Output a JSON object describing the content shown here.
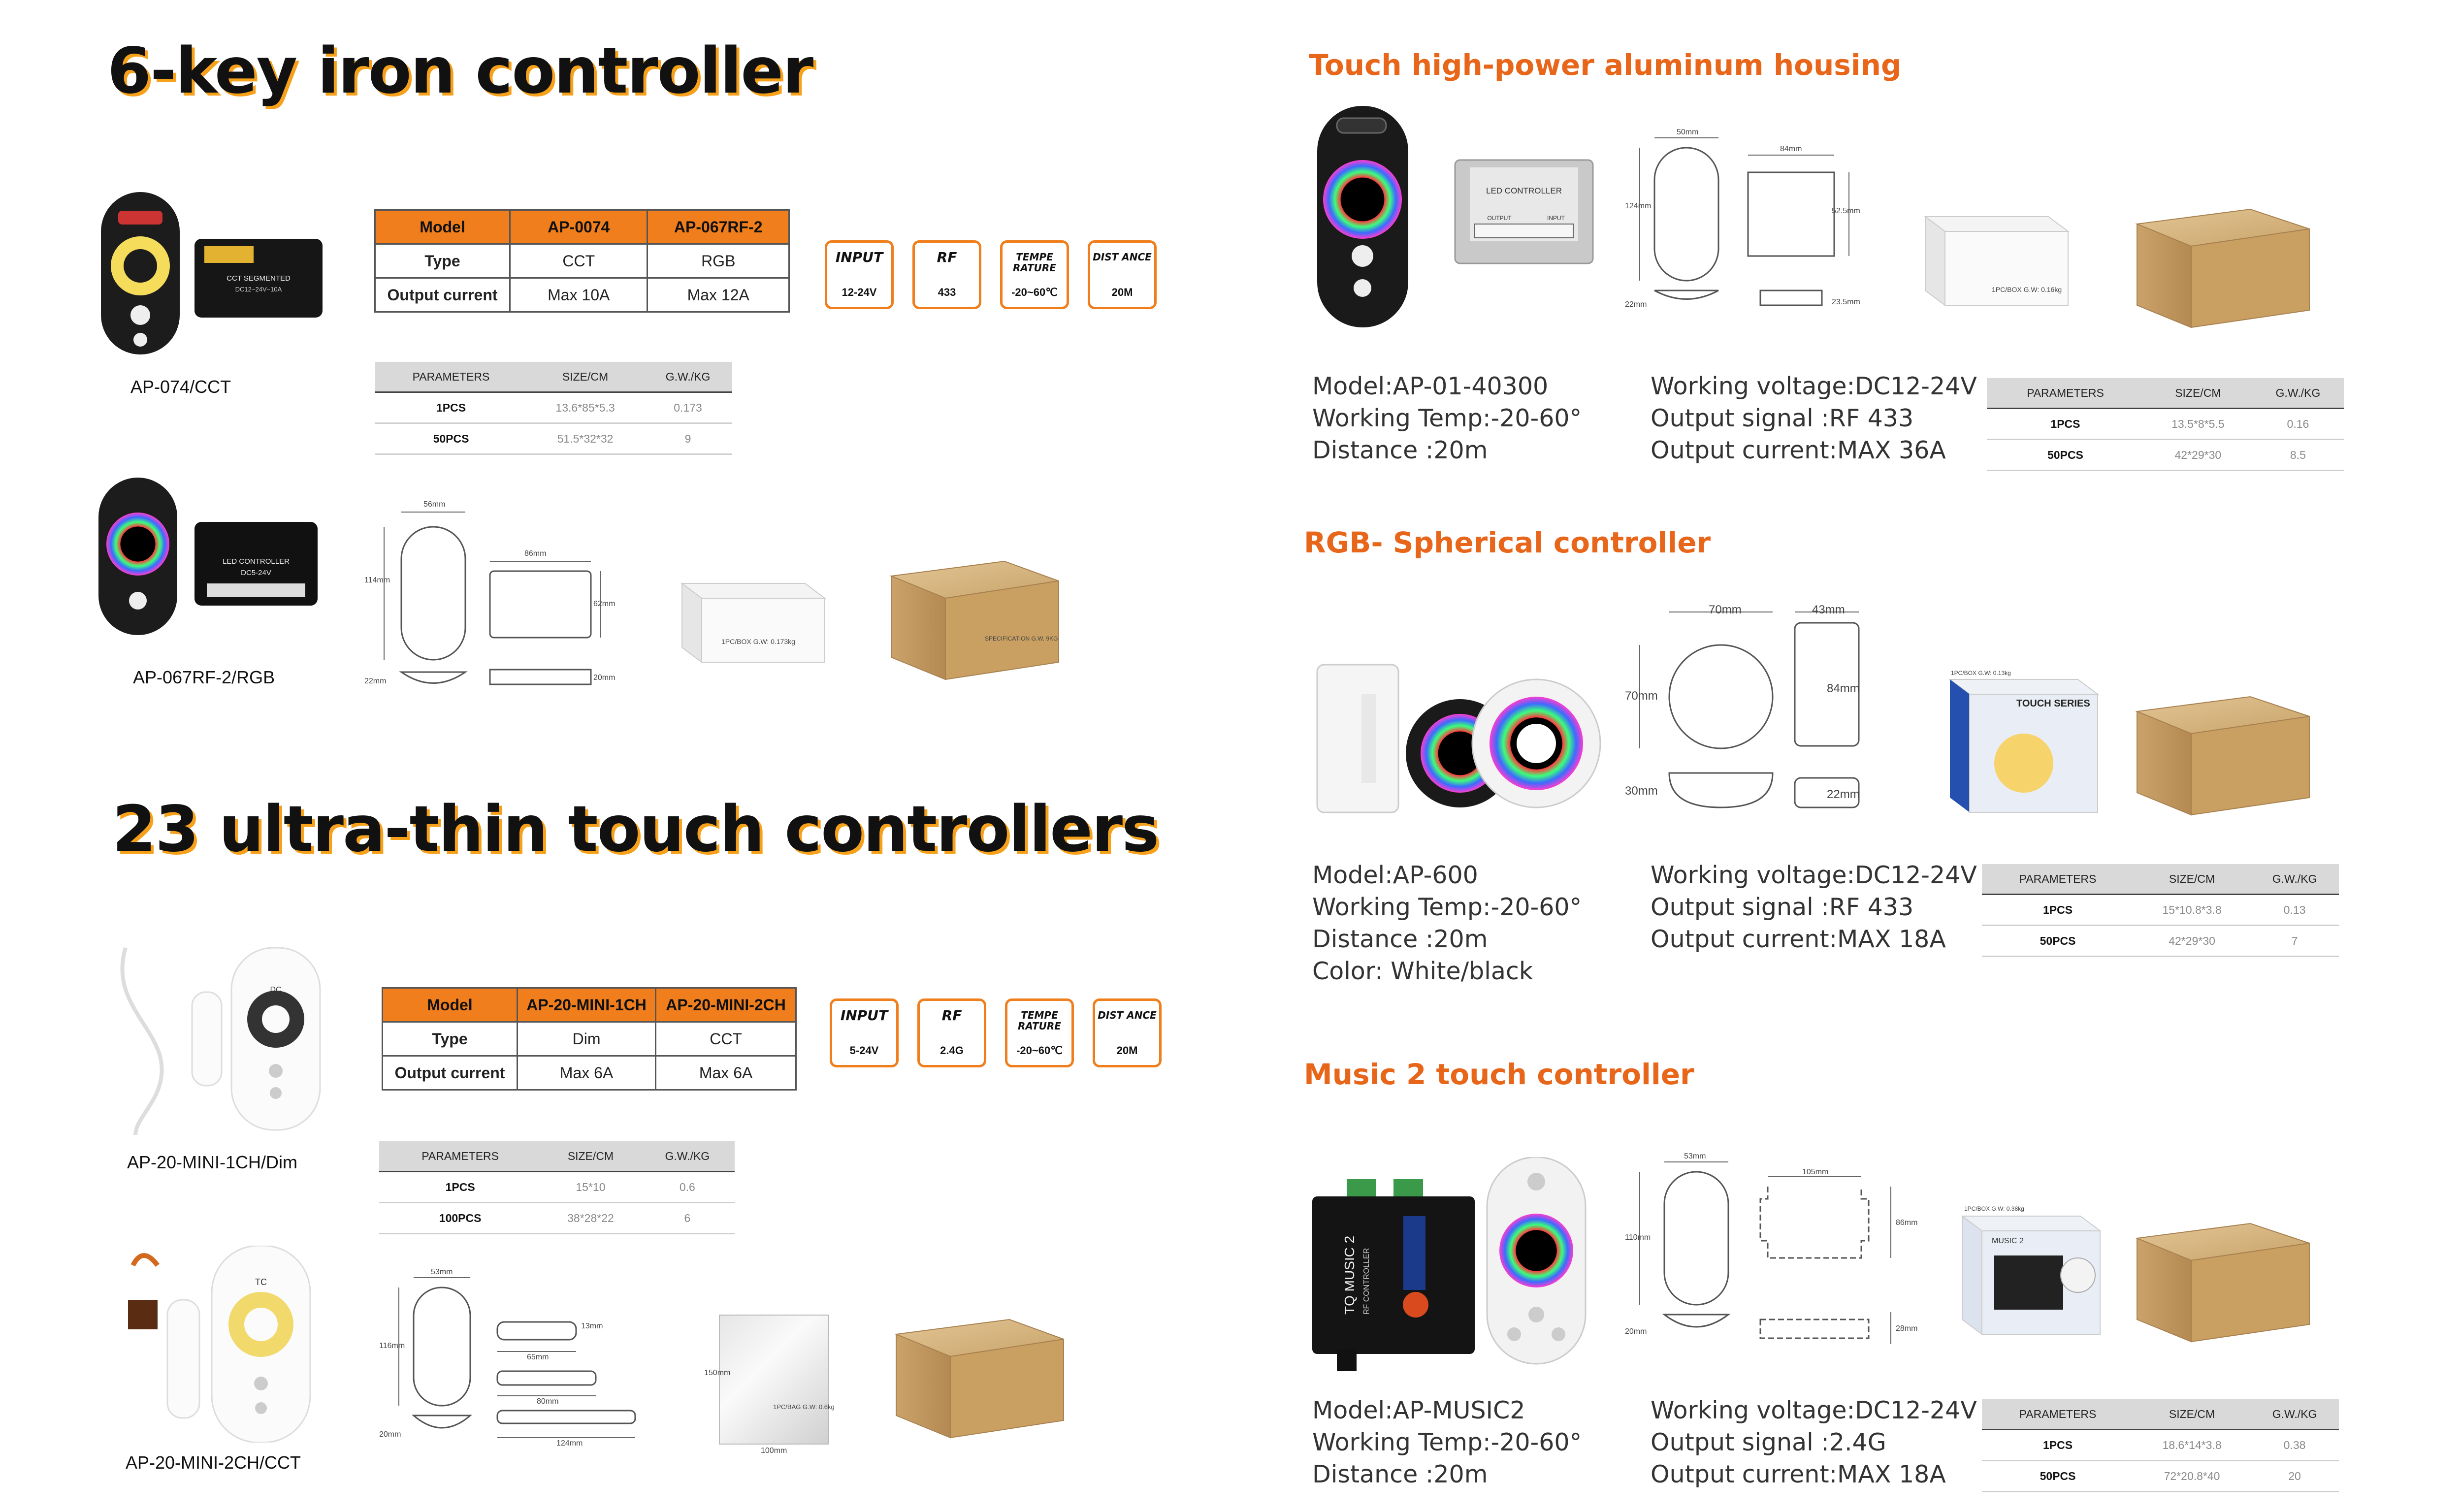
{
  "sec1": {
    "title": "6-key iron controller",
    "table": {
      "headers": [
        "Model",
        "AP-0074",
        "AP-067RF-2"
      ],
      "rows": [
        [
          "Type",
          "CCT",
          "RGB"
        ],
        [
          "Output current",
          "Max 10A",
          "Max 12A"
        ]
      ]
    },
    "badges": [
      {
        "label": "INPUT",
        "value": "12-24V"
      },
      {
        "label": "RF",
        "value": "433"
      },
      {
        "label": "TEMPE RATURE",
        "value": "-20~60℃"
      },
      {
        "label": "DIST ANCE",
        "value": "20M"
      }
    ],
    "params": {
      "headers": [
        "PARAMETERS",
        "SIZE/CM",
        "G.W./KG"
      ],
      "rows": [
        [
          "1PCS",
          "13.6*85*5.3",
          "0.173"
        ],
        [
          "50PCS",
          "51.5*32*32",
          "9"
        ]
      ]
    },
    "caption1": "AP-074/CCT",
    "caption2": "AP-067RF-2/RGB",
    "device_text1": "CCT SEGMENTED",
    "device_text2": "DC12~24V~10A",
    "device_text3": "LED CONTROLLER",
    "device_text4": "DC5-24V",
    "dims": {
      "w": "56mm",
      "h": "114mm",
      "d": "22mm",
      "rw": "86mm",
      "rh": "62mm",
      "rd": "20mm"
    },
    "box_label": "1PC/BOX G.W: 0.173kg",
    "carton_label": "SPECIFICATION G.W. 9KG"
  },
  "sec2": {
    "title": "23 ultra-thin touch controllers",
    "table": {
      "headers": [
        "Model",
        "AP-20-MINI-1CH",
        "AP-20-MINI-2CH"
      ],
      "rows": [
        [
          "Type",
          "Dim",
          "CCT"
        ],
        [
          "Output current",
          "Max 6A",
          "Max 6A"
        ]
      ]
    },
    "badges": [
      {
        "label": "INPUT",
        "value": "5-24V"
      },
      {
        "label": "RF",
        "value": "2.4G"
      },
      {
        "label": "TEMPE RATURE",
        "value": "-20~60℃"
      },
      {
        "label": "DIST ANCE",
        "value": "20M"
      }
    ],
    "params": {
      "headers": [
        "PARAMETERS",
        "SIZE/CM",
        "G.W./KG"
      ],
      "rows": [
        [
          "1PCS",
          "15*10",
          "0.6"
        ],
        [
          "100PCS",
          "38*28*22",
          "6"
        ]
      ]
    },
    "caption1": "AP-20-MINI-1CH/Dim",
    "caption2": "AP-20-MINI-2CH/CCT",
    "remote1_label": "DC",
    "remote2_label": "TC",
    "dims": {
      "w": "53mm",
      "h": "116mm",
      "d": "20mm",
      "l1": "65mm",
      "l2": "80mm",
      "l3": "124mm",
      "t": "13mm",
      "bh": "150mm",
      "bw": "100mm"
    },
    "bag_label": "1PC/BAG G.W: 0.6kg"
  },
  "sec3": {
    "title": "Touch high-power aluminum housing",
    "specs_left": [
      "Model:AP-01-40300",
      "Working Temp:-20-60°",
      "Distance :20m"
    ],
    "specs_right": [
      "Working voltage:DC12-24V",
      "Output signal :RF 433",
      "Output current:MAX 36A"
    ],
    "params": {
      "headers": [
        "PARAMETERS",
        "SIZE/CM",
        "G.W./KG"
      ],
      "rows": [
        [
          "1PCS",
          "13.5*8*5.5",
          "0.16"
        ],
        [
          "50PCS",
          "42*29*30",
          "8.5"
        ]
      ]
    },
    "device_text1": "LED CONTROLLER",
    "device_text2": "OUTPUT",
    "device_text3": "INPUT",
    "dims": {
      "w": "50mm",
      "h": "124mm",
      "d": "22mm",
      "rw": "84mm",
      "rh": "52.5mm",
      "rd": "23.5mm"
    },
    "box_label": "1PC/BOX G.W: 0.16kg"
  },
  "sec4": {
    "title": "RGB- Spherical controller",
    "specs_left": [
      "Model:AP-600",
      "Working Temp:-20-60°",
      "Distance :20m",
      "Color: White/black"
    ],
    "specs_right": [
      "Working voltage:DC12-24V",
      "Output signal :RF 433",
      "Output current:MAX 18A"
    ],
    "params": {
      "headers": [
        "PARAMETERS",
        "SIZE/CM",
        "G.W./KG"
      ],
      "rows": [
        [
          "1PCS",
          "15*10.8*3.8",
          "0.13"
        ],
        [
          "50PCS",
          "42*29*30",
          "7"
        ]
      ]
    },
    "dims": {
      "w": "70mm",
      "rw": "43mm",
      "h": "70mm",
      "rh": "84mm",
      "d": "30mm",
      "rd": "22mm"
    },
    "box_brand": "TOUCH SERIES",
    "box_label": "1PC/BOX G.W: 0.13kg"
  },
  "sec5": {
    "title": "Music 2 touch controller",
    "specs_left": [
      "Model:AP-MUSIC2",
      "Working Temp:-20-60°",
      "Distance :20m"
    ],
    "specs_right": [
      "Working voltage:DC12-24V",
      "Output signal :2.4G",
      "Output current:MAX 18A"
    ],
    "params": {
      "headers": [
        "PARAMETERS",
        "SIZE/CM",
        "G.W./KG"
      ],
      "rows": [
        [
          "1PCS",
          "18.6*14*3.8",
          "0.38"
        ],
        [
          "50PCS",
          "72*20.8*40",
          "20"
        ]
      ]
    },
    "device_text1": "TQ MUSIC 2",
    "device_text2": "RF CONTROLLER",
    "dims": {
      "w": "53mm",
      "h": "110mm",
      "d": "20mm",
      "rw": "105mm",
      "rh": "86mm",
      "rd": "28mm"
    },
    "box_brand": "MUSIC 2",
    "box_label": "1PC/BOX G.W: 0.38kg"
  }
}
